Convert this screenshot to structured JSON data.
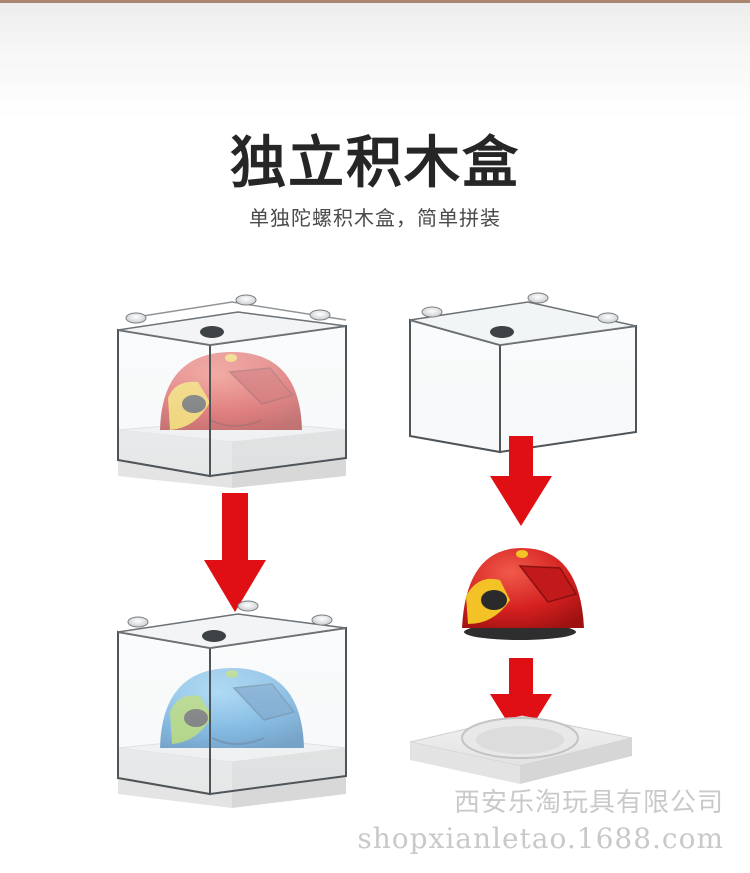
{
  "heading": {
    "title": "独立积木盒",
    "subtitle": "单独陀螺积木盒，简单拼装"
  },
  "watermark": {
    "company": "西安乐淘玩具有限公司",
    "url": "shopxianletao.1688.com"
  },
  "colors": {
    "arrow": "#e00f13",
    "top_red": "#d41f1f",
    "top_blue": "#2f8fd6",
    "accent_yellow": "#f2c226",
    "accent_green": "#86c23b"
  },
  "scenes": [
    {
      "name": "boxed-red-top",
      "top_color": "red"
    },
    {
      "name": "empty-box-lid",
      "top_color": "none"
    },
    {
      "name": "boxed-blue-top",
      "top_color": "blue"
    },
    {
      "name": "red-top-to-base",
      "top_color": "red"
    }
  ]
}
